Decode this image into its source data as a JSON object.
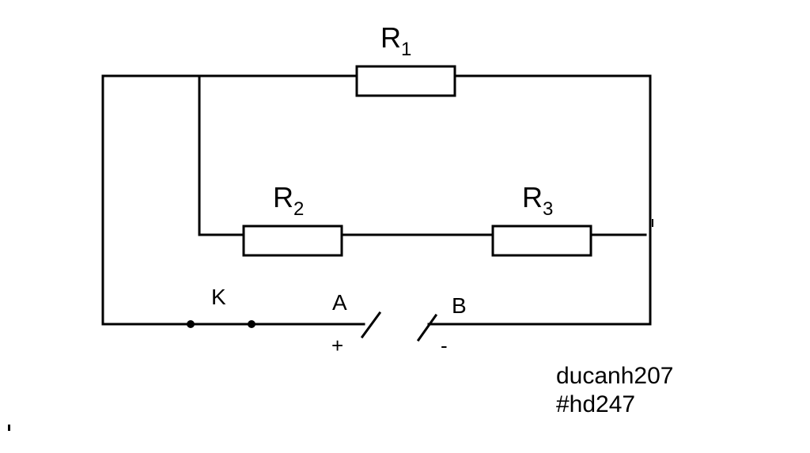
{
  "components": {
    "r1": {
      "letter": "R",
      "index": "1"
    },
    "r2": {
      "letter": "R",
      "index": "2"
    },
    "r3": {
      "letter": "R",
      "index": "3"
    },
    "switch_label": "K",
    "node_a": "A",
    "node_b": "B",
    "plus": "+",
    "minus": "-"
  },
  "watermark": {
    "line1": "ducanh207",
    "line2": "#hd247"
  }
}
